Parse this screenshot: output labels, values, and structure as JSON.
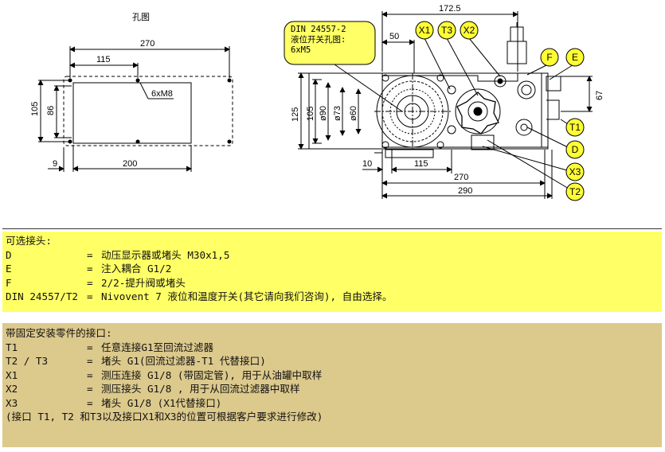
{
  "drawing": {
    "hole_title": "孔图",
    "hole_dims": {
      "d270": "270",
      "d115": "115",
      "d105": "105",
      "d86": "86",
      "d200": "200",
      "d9": "9",
      "thread": "6xM8"
    },
    "callout": [
      "DIN 24557-2",
      "液位开关孔图:",
      "6xM5"
    ],
    "main_dims": {
      "d172": "172.5",
      "d50": "50",
      "d125": "125",
      "d105": "105",
      "d90": "ø90",
      "d73": "ø73",
      "d60": "ø60",
      "d10": "10",
      "d115": "115",
      "d270": "270",
      "d290": "290",
      "d67": "67"
    },
    "ports": {
      "x1": "X1",
      "t3": "T3",
      "x2": "X2",
      "f": "F",
      "e": "E",
      "t1": "T1",
      "d": "D",
      "x3": "X3",
      "t2": "T2"
    },
    "colors": {
      "port_fill": "#ffff33",
      "callout_fill": "#ffff66"
    }
  },
  "optional": {
    "title": "可选接头:",
    "rows": [
      {
        "key": "D",
        "text": "动压显示器或堵头 M30x1,5"
      },
      {
        "key": "E",
        "text": "注入耦合 G1/2"
      },
      {
        "key": "F",
        "text": "2/2-提升阀或堵头"
      },
      {
        "key": "DIN 24557/T2",
        "text": "Nivovent 7 液位和温度开关(其它请向我们咨询), 自由选择。"
      }
    ],
    "color": "#ffff66"
  },
  "fixed": {
    "title": "带固定安装零件的接口:",
    "rows": [
      {
        "key": "T1",
        "text": "任意连接G1至回流过滤器"
      },
      {
        "key": "T2 / T3",
        "text": "堵头 G1(回流过滤器-T1 代替接口)"
      },
      {
        "key": "X1",
        "text": "测压连接 G1/8 (带固定管), 用于从油罐中取样"
      },
      {
        "key": "X2",
        "text": "测压接头 G1/8 , 用于从回流过滤器中取样"
      },
      {
        "key": "X3",
        "text": "堵头 G1/8 (X1代替接口)"
      }
    ],
    "note": "(接口 T1, T2 和T3以及接口X1和X3的位置可根据客户要求进行修改)",
    "color": "#dcc98c"
  },
  "eq_sign": "="
}
